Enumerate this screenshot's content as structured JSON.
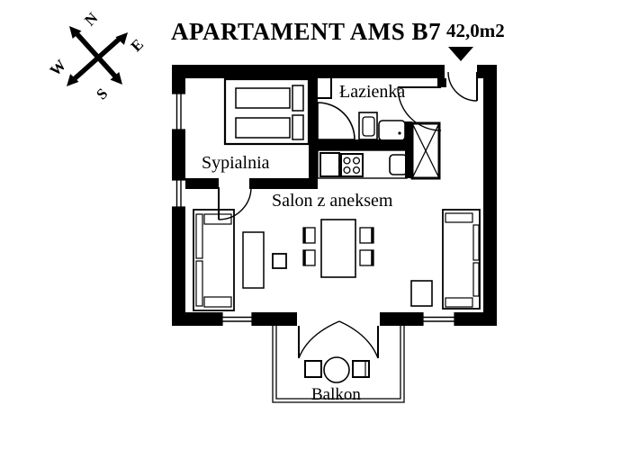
{
  "header": {
    "title": "APARTAMENT AMS B7",
    "area": "42,0m2"
  },
  "compass": {
    "north": "N",
    "east": "E",
    "south": "S",
    "west": "W"
  },
  "rooms": {
    "bathroom": "Łazienka",
    "bedroom": "Sypialnia",
    "living_room": "Salon z aneksem",
    "balcony": "Balkon"
  },
  "colors": {
    "wall": "#000000",
    "background": "#ffffff"
  }
}
